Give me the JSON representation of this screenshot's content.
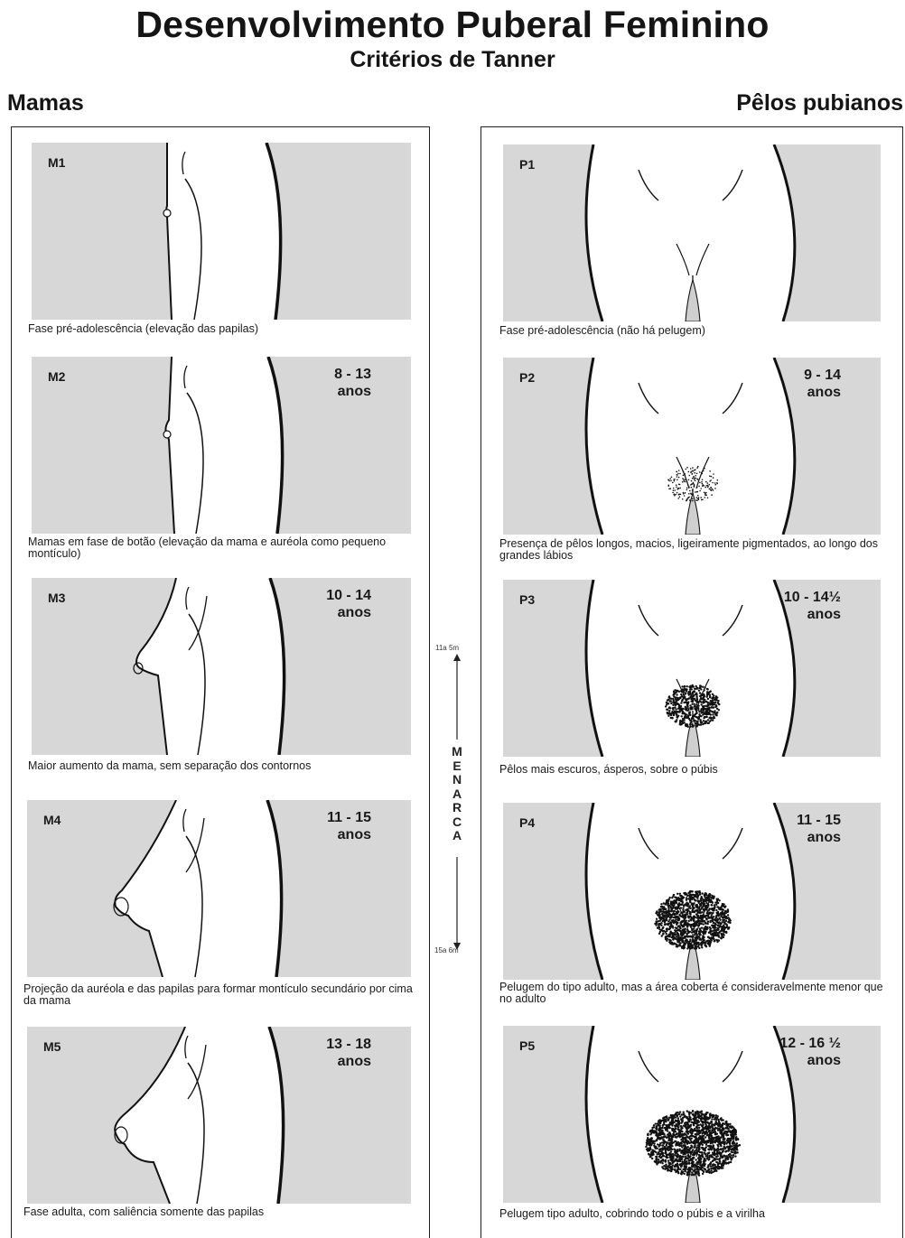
{
  "header": {
    "title": "Desenvolvimento Puberal Feminino",
    "subtitle": "Critérios de Tanner"
  },
  "columns": {
    "breasts": "Mamas",
    "pubic_hair": "Pêlos pubianos"
  },
  "breast_stages": [
    {
      "code": "M1",
      "age_range": "",
      "age_unit": "",
      "description": "Fase pré-adolescência (elevação das papilas)"
    },
    {
      "code": "M2",
      "age_range": "8 - 13",
      "age_unit": "anos",
      "description": "Mamas em fase de botão (elevação da mama e auréola como pequeno montículo)"
    },
    {
      "code": "M3",
      "age_range": "10 - 14",
      "age_unit": "anos",
      "description": "Maior aumento da mama, sem separação dos contornos"
    },
    {
      "code": "M4",
      "age_range": "11 - 15",
      "age_unit": "anos",
      "description": "Projeção da auréola e das papilas para formar montículo secundário por cima da mama"
    },
    {
      "code": "M5",
      "age_range": "13 - 18",
      "age_unit": "anos",
      "description": "Fase adulta, com saliência somente das papilas"
    }
  ],
  "pubic_stages": [
    {
      "code": "P1",
      "age_range": "",
      "age_unit": "",
      "description": "Fase pré-adolescência (não há pelugem)"
    },
    {
      "code": "P2",
      "age_range": "9 - 14",
      "age_unit": "anos",
      "description": "Presença de pêlos longos, macios, ligeiramente pigmentados, ao longo dos grandes lábios"
    },
    {
      "code": "P3",
      "age_range": "10 - 14½",
      "age_unit": "anos",
      "description": "Pêlos mais escuros, ásperos, sobre o púbis"
    },
    {
      "code": "P4",
      "age_range": "11 - 15",
      "age_unit": "anos",
      "description": "Pelugem do tipo adulto, mas a área coberta é consideravelmente menor que no adulto"
    },
    {
      "code": "P5",
      "age_range": "12 - 16 ½",
      "age_unit": "anos",
      "description": "Pelugem tipo adulto, cobrindo todo o púbis e a virilha"
    }
  ],
  "menarche": {
    "label": "MENARCA",
    "start_age": "11a 5m",
    "end_age": "15a 6m"
  },
  "colors": {
    "panel_gray": "#d7d7d7",
    "ink": "#1a1a1a"
  }
}
